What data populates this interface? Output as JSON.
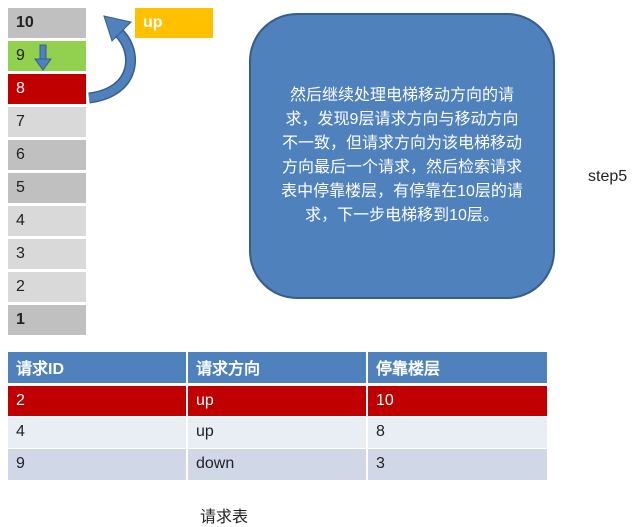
{
  "colors": {
    "floor_gray": "#c0c0c0",
    "floor_light": "#d9d9d9",
    "current_green": "#92d050",
    "request_red": "#c00000",
    "accent_blue": "#4f81bd",
    "up_orange": "#ffc000"
  },
  "floors": [
    {
      "label": "10",
      "bold": true,
      "color": "#c0c0c0"
    },
    {
      "label": "9",
      "bold": false,
      "color": "#92d050"
    },
    {
      "label": "8",
      "bold": false,
      "color": "#c00000"
    },
    {
      "label": "7",
      "bold": false,
      "color": "#d9d9d9"
    },
    {
      "label": "6",
      "bold": false,
      "color": "#c0c0c0"
    },
    {
      "label": "5",
      "bold": false,
      "color": "#c0c0c0"
    },
    {
      "label": "4",
      "bold": false,
      "color": "#d9d9d9"
    },
    {
      "label": "3",
      "bold": false,
      "color": "#d9d9d9"
    },
    {
      "label": "2",
      "bold": false,
      "color": "#d9d9d9"
    },
    {
      "label": "1",
      "bold": true,
      "color": "#c0c0c0"
    }
  ],
  "direction_label": "up",
  "bubble_text": "然后继续处理电梯移动方向的请求，发现9层请求方向与移动方向不一致，但请求方向为该电梯移动方向最后一个请求，然后检索请求表中停靠楼层，有停靠在10层的请求，下一步电梯移到10层。",
  "step_label": "step5",
  "request_table": {
    "headers": [
      "请求ID",
      "请求方向",
      "停靠楼层"
    ],
    "rows": [
      [
        "2",
        "up",
        "10"
      ],
      [
        "4",
        "up",
        "8"
      ],
      [
        "9",
        "down",
        "3"
      ]
    ]
  },
  "caption": "请求表"
}
